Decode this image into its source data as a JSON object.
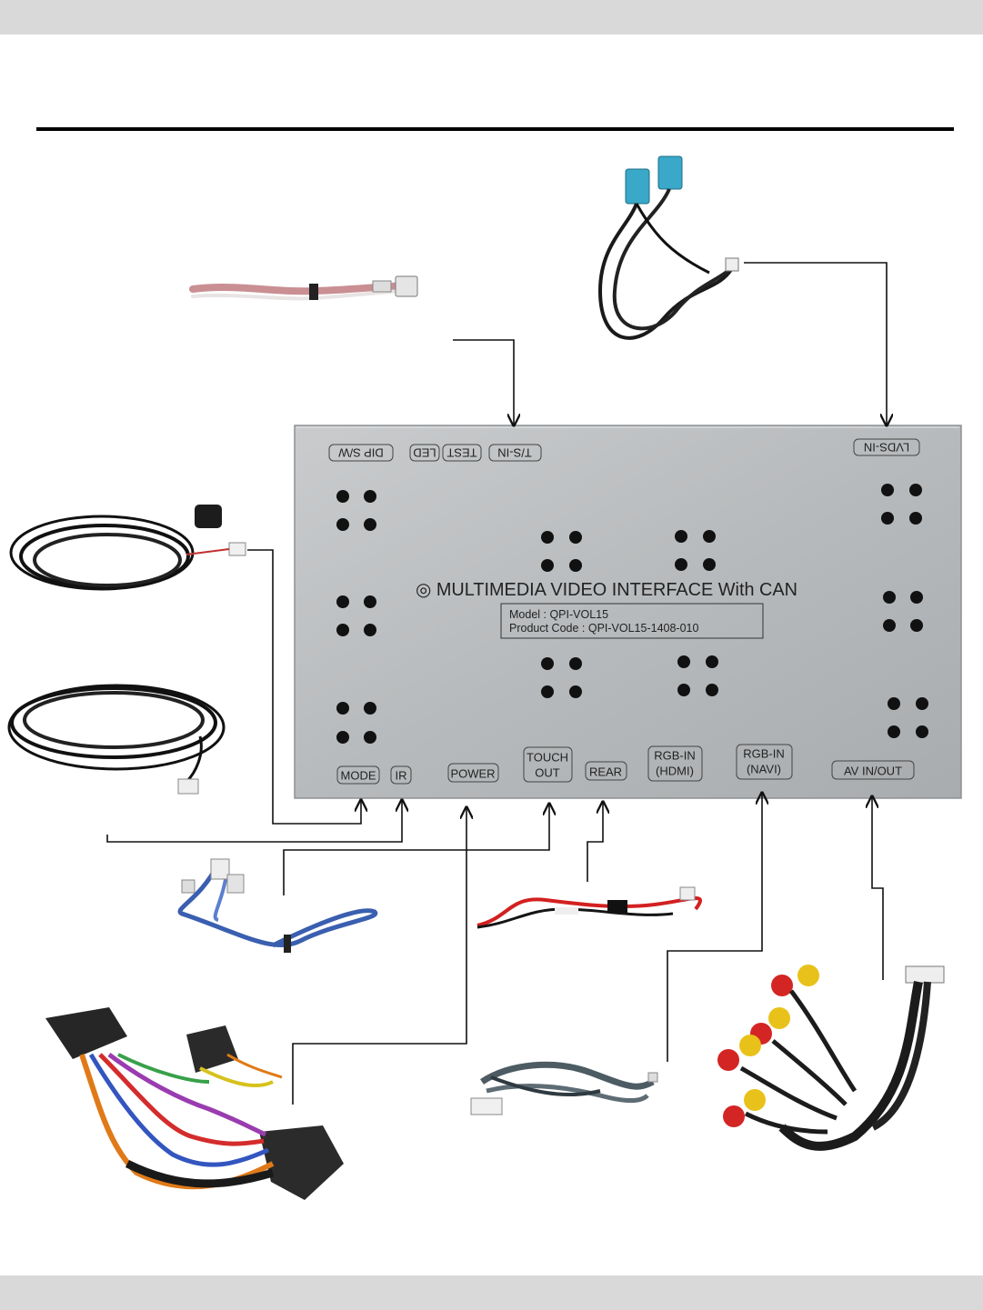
{
  "module": {
    "title": "◎ MULTIMEDIA VIDEO INTERFACE With CAN",
    "model": "Model : QPI-VOL15",
    "product_code": "Product Code : QPI-VOL15-1408-010"
  },
  "ports_top": {
    "dip_sw": "DIP S/W",
    "led": "LED",
    "test": "TEST",
    "ts_in": "T/S-IN",
    "lvds_in": "LVDS-IN"
  },
  "ports_bottom": {
    "mode": "MODE",
    "ir": "IR",
    "power": "POWER",
    "touch_out_1": "TOUCH",
    "touch_out_2": "OUT",
    "rear": "REAR",
    "rgb_hdmi_1": "RGB-IN",
    "rgb_hdmi_2": "(HDMI)",
    "rgb_navi_1": "RGB-IN",
    "rgb_navi_2": "(NAVI)",
    "av_inout": "AV IN/OUT"
  },
  "colors": {
    "panel": "#b9bcbe",
    "panel_edge": "#8e9194",
    "line": "#111111",
    "band": "#d9d9d9"
  }
}
